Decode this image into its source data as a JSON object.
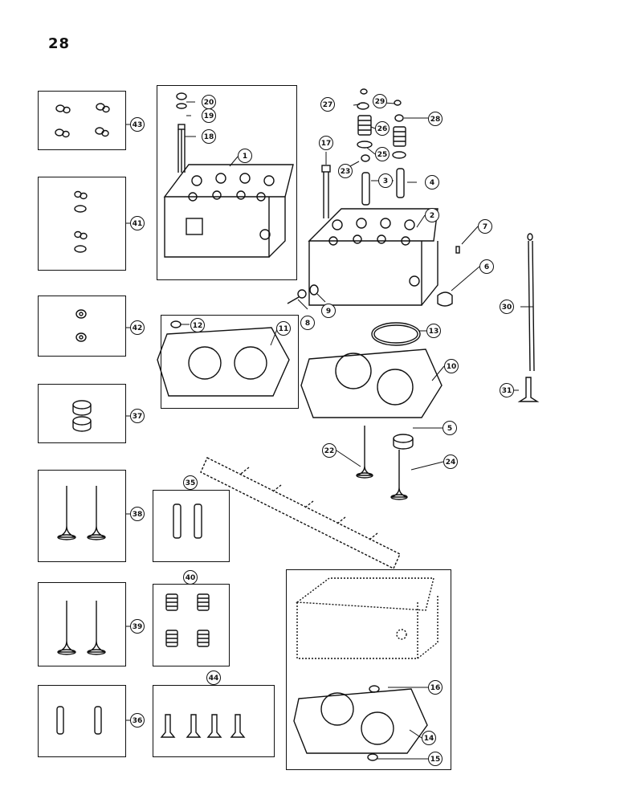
{
  "page": {
    "number": "28"
  },
  "callouts": {
    "c1": "1",
    "c2": "2",
    "c3": "3",
    "c4": "4",
    "c5": "5",
    "c6": "6",
    "c7": "7",
    "c8": "8",
    "c9": "9",
    "c10": "10",
    "c11": "11",
    "c12": "12",
    "c13": "13",
    "c14": "14",
    "c15": "15",
    "c16": "16",
    "c17": "17",
    "c18": "18",
    "c19": "19",
    "c20": "20",
    "c22": "22",
    "c23": "23",
    "c24": "24",
    "c25": "25",
    "c26": "26",
    "c27": "27",
    "c28": "28",
    "c29": "29",
    "c30": "30",
    "c31": "31",
    "c35": "35",
    "c36": "36",
    "c37": "37",
    "c38": "38",
    "c39": "39",
    "c40": "40",
    "c41": "41",
    "c42": "42",
    "c43": "43",
    "c44": "44"
  },
  "colors": {
    "line": "#111111",
    "paper": "#ffffff"
  }
}
